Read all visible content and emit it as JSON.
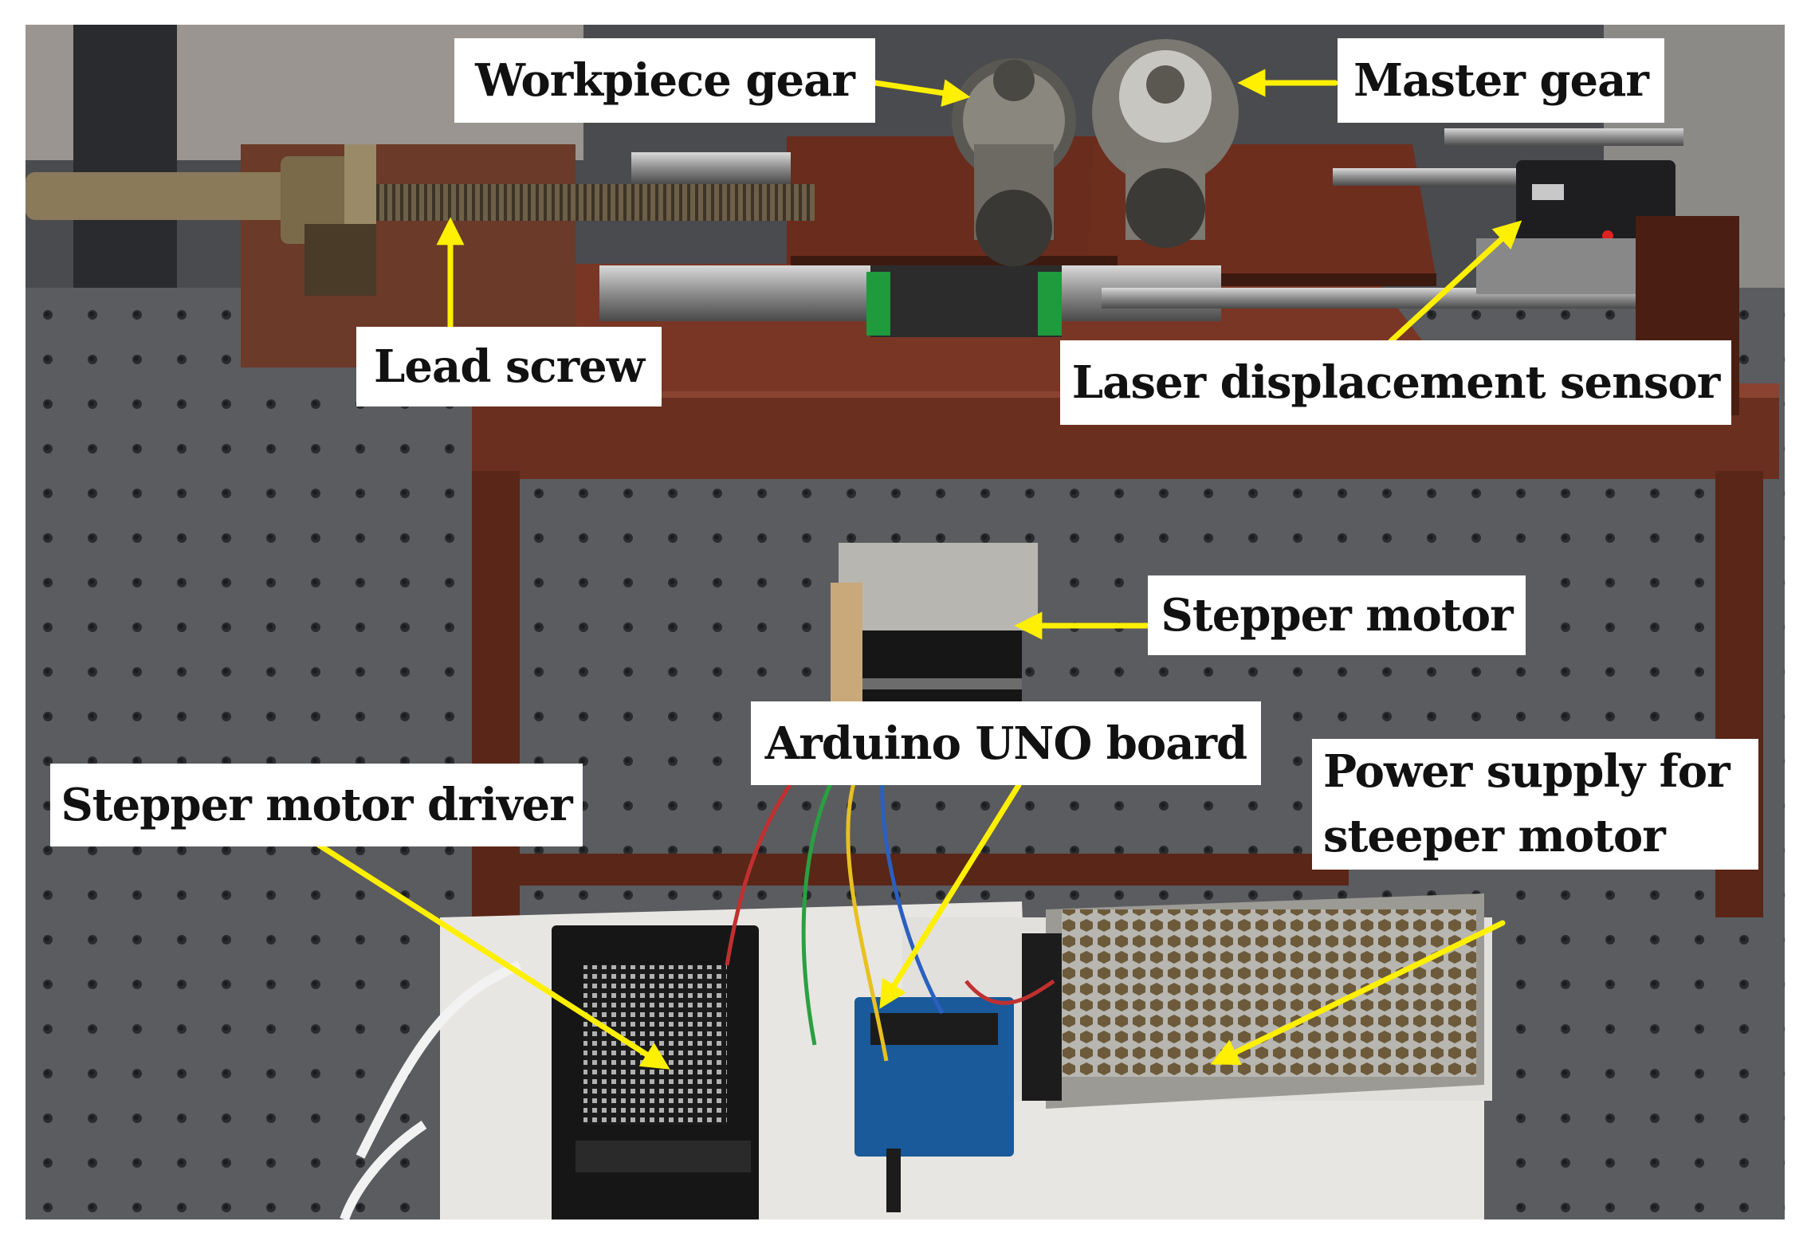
{
  "labels": {
    "workpiece_gear": "Workpiece gear",
    "master_gear": "Master gear",
    "lead_screw": "Lead screw",
    "laser_sensor": "Laser displacement sensor",
    "stepper_motor": "Stepper motor",
    "arduino_board": "Arduino UNO board",
    "stepper_driver": "Stepper motor driver",
    "power_supply_line1": "Power supply for",
    "power_supply_line2": "steeper motor"
  },
  "colors": {
    "arrow": "#ffef00",
    "label_background": "#ffffff",
    "label_text": "#111111",
    "frame_wood": "#6b2f1f",
    "optical_table": "#56585c",
    "white_board": "#e8e6e2"
  }
}
